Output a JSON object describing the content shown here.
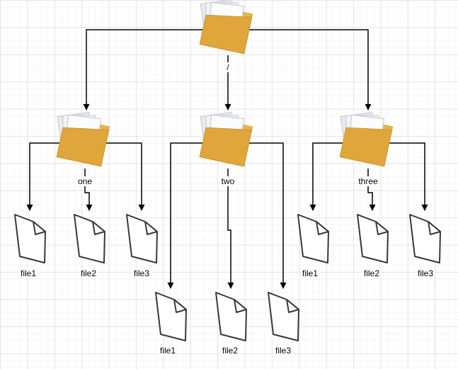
{
  "canvas": {
    "kind": "diagram-grid-canvas",
    "description": "Filesystem tree diagram: root folder with three subfolders, each containing three files"
  },
  "icons": {
    "folder": "folder-icon",
    "file": "file-icon",
    "arrowhead": "down-arrowhead-icon"
  },
  "colors": {
    "folder_back": "#e7b54e",
    "folder_front": "#dfa63c",
    "folder_edge": "#c8962e",
    "paper_fill": "#f3f4f8",
    "paper_edge": "#c9cbd5",
    "file_stroke": "#383838",
    "edge_stroke": "#000000",
    "grid_major": "#e4e4e4",
    "grid_minor": "#f5f5f5",
    "label_text": "#000000"
  },
  "tree": {
    "root": {
      "label": "/"
    },
    "folders": [
      {
        "label": "one",
        "files": [
          "file1",
          "file2",
          "file3"
        ]
      },
      {
        "label": "two",
        "files": [
          "file1",
          "file2",
          "file3"
        ]
      },
      {
        "label": "three",
        "files": [
          "file1",
          "file2",
          "file3"
        ]
      }
    ]
  }
}
